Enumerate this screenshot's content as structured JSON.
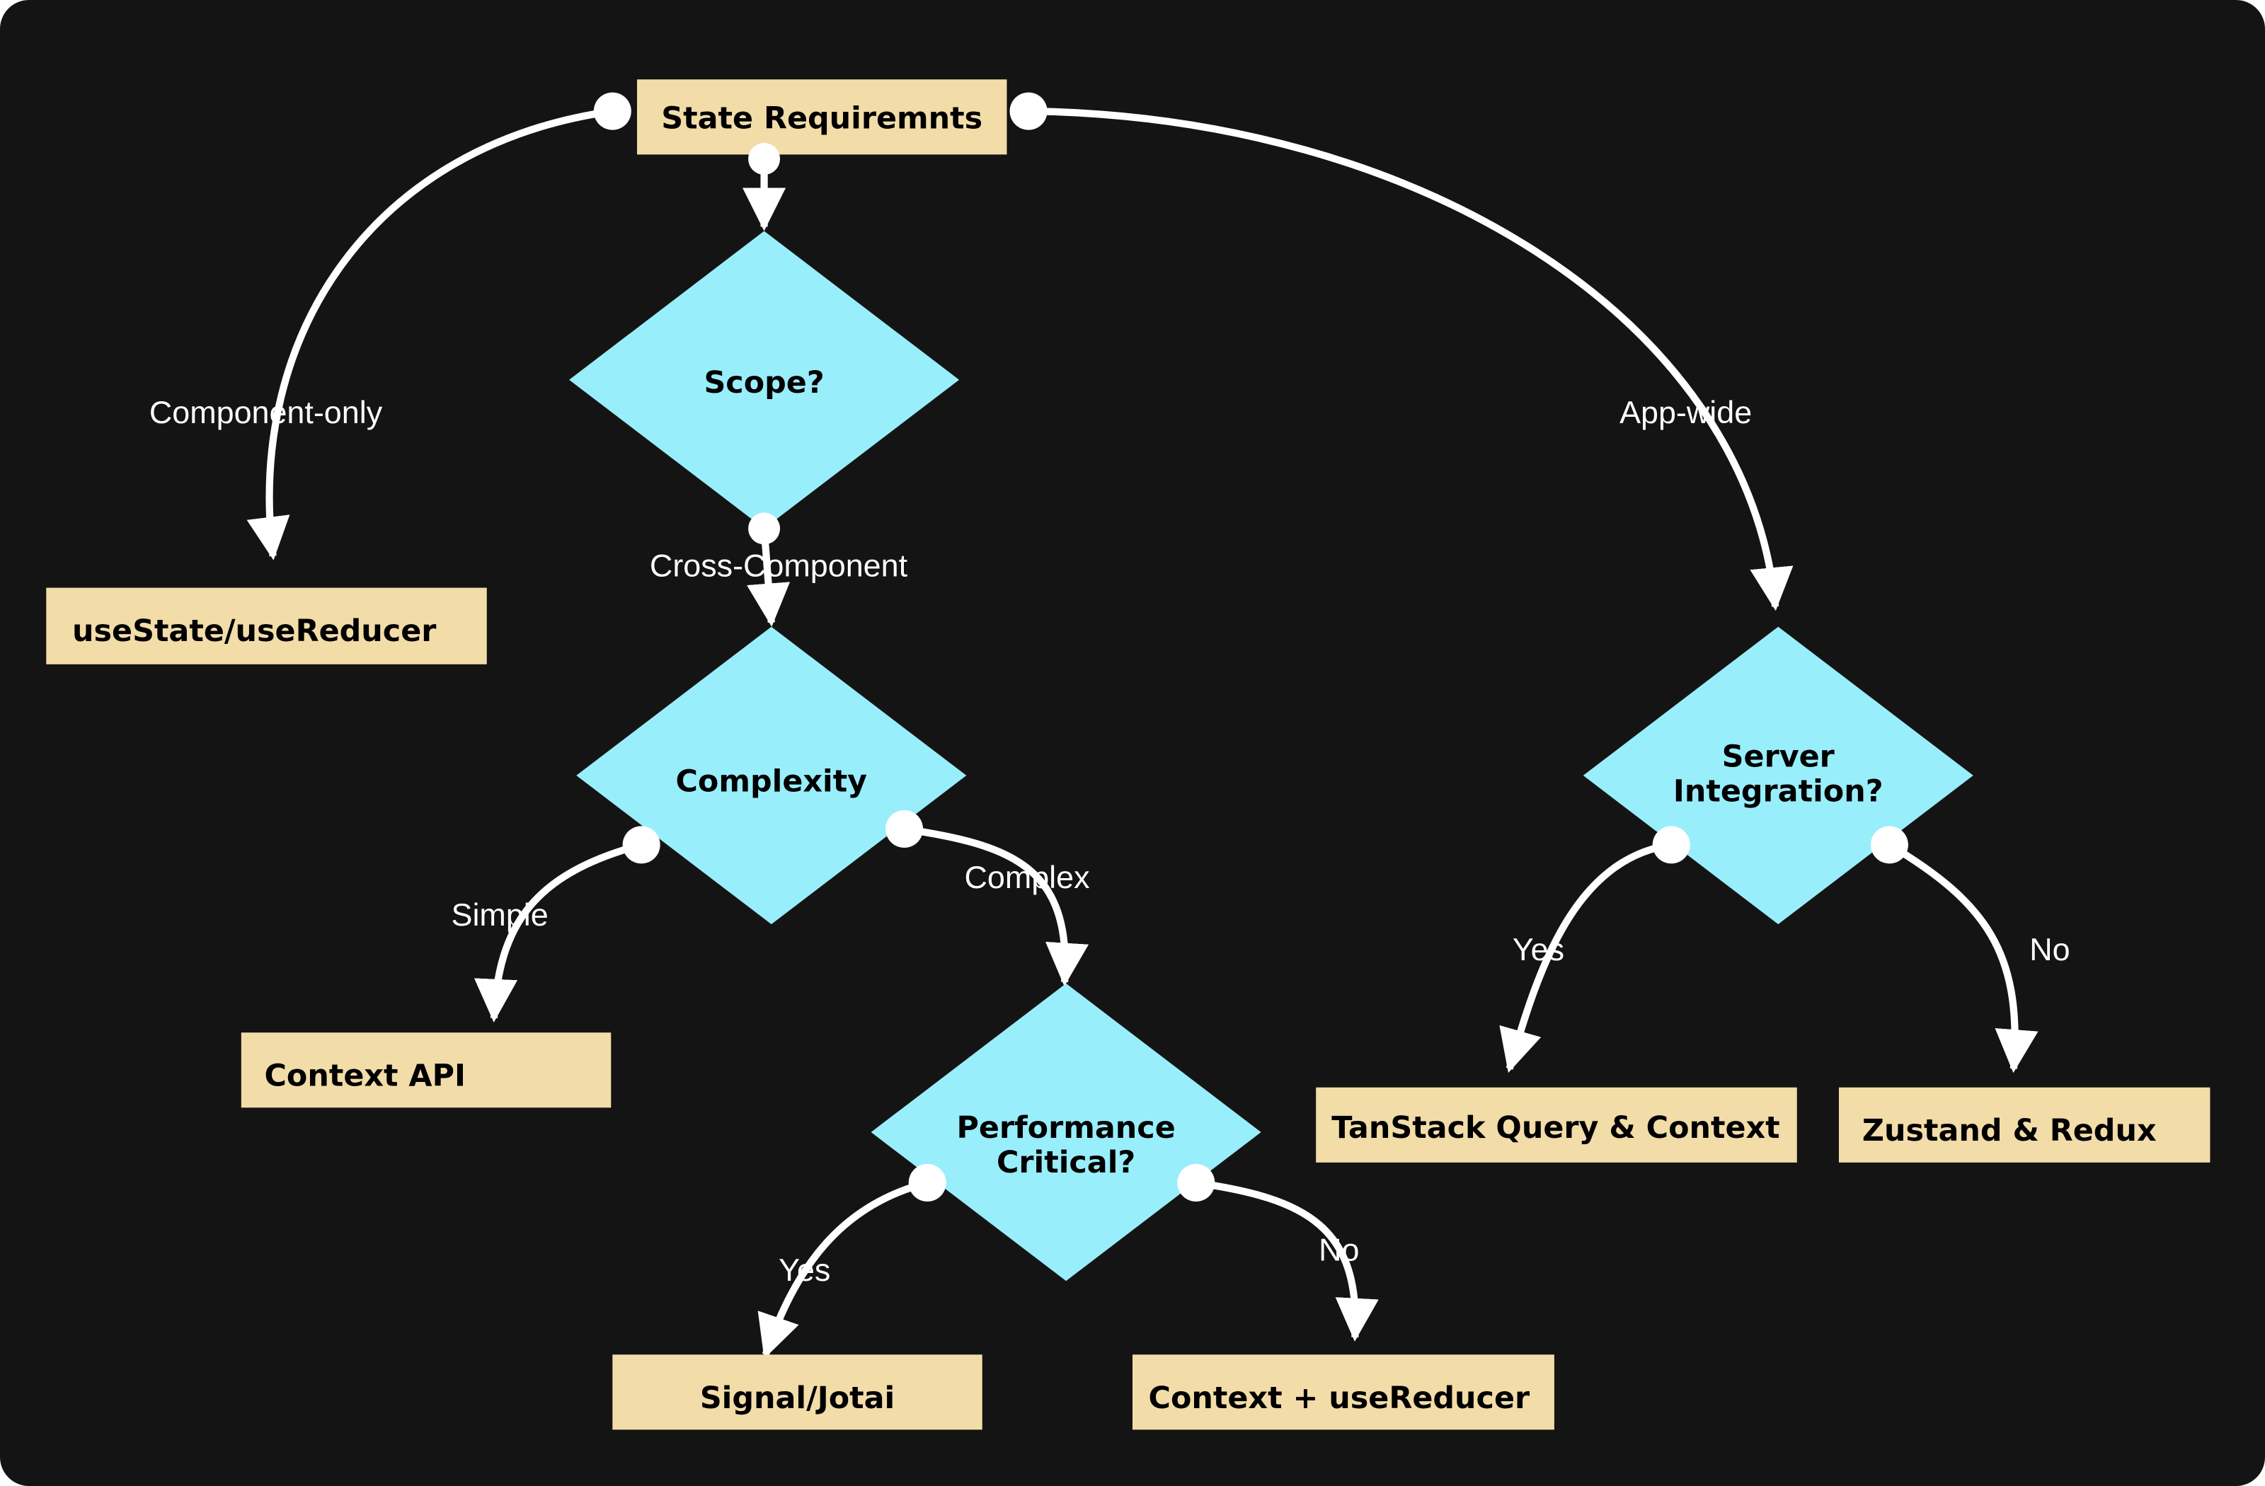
{
  "colors": {
    "background": "#141414",
    "box": "#f2dca8",
    "decision": "#99eefc",
    "edge": "#ffffff"
  },
  "nodes": {
    "state_requirements": "State Requiremnts",
    "scope": "Scope?",
    "use_state": "useState/useReducer",
    "complexity": "Complexity",
    "context_api": "Context API",
    "performance_line1": "Performance",
    "performance_line2": "Critical?",
    "signal_jotai": "Signal/Jotai",
    "context_use_reducer": "Context + useReducer",
    "server_line1": "Server",
    "server_line2": "Integration?",
    "tanstack": "TanStack Query & Context",
    "zustand": "Zustand & Redux"
  },
  "edges": {
    "component_only": "Component-only",
    "cross_component": "Cross-Component",
    "app_wide": "App-wide",
    "simple": "Simple",
    "complex": "Complex",
    "server_yes": "Yes",
    "server_no": "No",
    "perf_yes": "Yes",
    "perf_no": "No"
  }
}
